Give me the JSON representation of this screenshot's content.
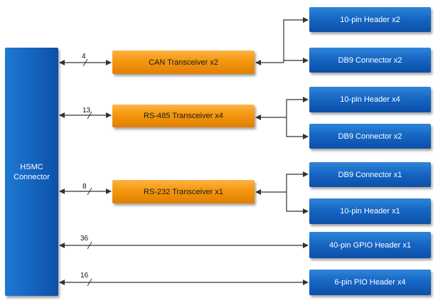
{
  "hsmc": {
    "line1": "HSMC",
    "line2": "Connector"
  },
  "transceivers": [
    {
      "label": "CAN Transceiver x2",
      "bus_width": "4"
    },
    {
      "label": "RS-485 Transceiver x4",
      "bus_width": "13"
    },
    {
      "label": "RS-232 Transceiver x1",
      "bus_width": "8"
    }
  ],
  "outputs": [
    {
      "label": "10-pin Header x2"
    },
    {
      "label": "DB9 Connector x2"
    },
    {
      "label": "10-pin Header x4"
    },
    {
      "label": "DB9 Connector x2"
    },
    {
      "label": "DB9 Connector x1"
    },
    {
      "label": "10-pin Header x1"
    },
    {
      "label": "40-pin GPIO Header x1"
    },
    {
      "label": "6-pin PIO Header x4"
    }
  ],
  "direct_buses": [
    {
      "bus_width": "36"
    },
    {
      "bus_width": "16"
    }
  ],
  "colors": {
    "connector_blue": "#1565c0",
    "transceiver_orange": "#f59a12",
    "wire": "#333333"
  }
}
